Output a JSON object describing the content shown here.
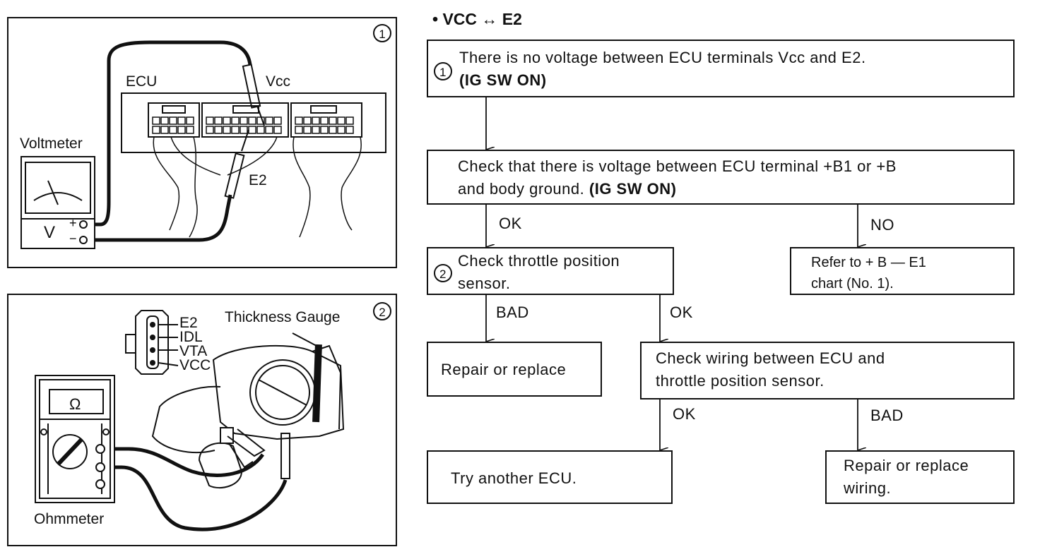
{
  "panel1": {
    "number": "1",
    "labels": {
      "ecu": "ECU",
      "vcc": "Vcc",
      "e2": "E2",
      "voltmeter": "Voltmeter",
      "v": "V",
      "plus": "+",
      "minus": "−"
    }
  },
  "panel2": {
    "number": "2",
    "labels": {
      "thickness_gauge": "Thickness Gauge",
      "e2": "E2",
      "idl": "IDL",
      "vta": "VTA",
      "vcc": "VCC",
      "ohm_symbol": "Ω",
      "ohmmeter": "Ohmmeter"
    }
  },
  "flow": {
    "title": "•  VCC ↔ E2",
    "box1": {
      "num": "1",
      "line1": "There is no voltage between ECU terminals Vcc and E2.",
      "line2": "(IG SW ON)"
    },
    "box2": {
      "line1": "Check that there is voltage between ECU terminal  +B1  or  +B",
      "line2a": "and body ground.",
      "line2b": "(IG SW ON)"
    },
    "box3": {
      "num": "2",
      "line1": "Check throttle position",
      "line2": "sensor."
    },
    "box4": {
      "line1": "Refer to + B — E1",
      "line2": "chart (No. 1)."
    },
    "box5": {
      "line1": "Repair or replace"
    },
    "box6": {
      "line1": "Check wiring between ECU and",
      "line2": "throttle position sensor."
    },
    "box7": {
      "line1": "Try another ECU."
    },
    "box8": {
      "line1": "Repair or replace",
      "line2": "wiring."
    },
    "edges": {
      "ok1": "OK",
      "no1": "NO",
      "bad1": "BAD",
      "ok2": "OK",
      "ok3": "OK",
      "bad2": "BAD"
    }
  }
}
